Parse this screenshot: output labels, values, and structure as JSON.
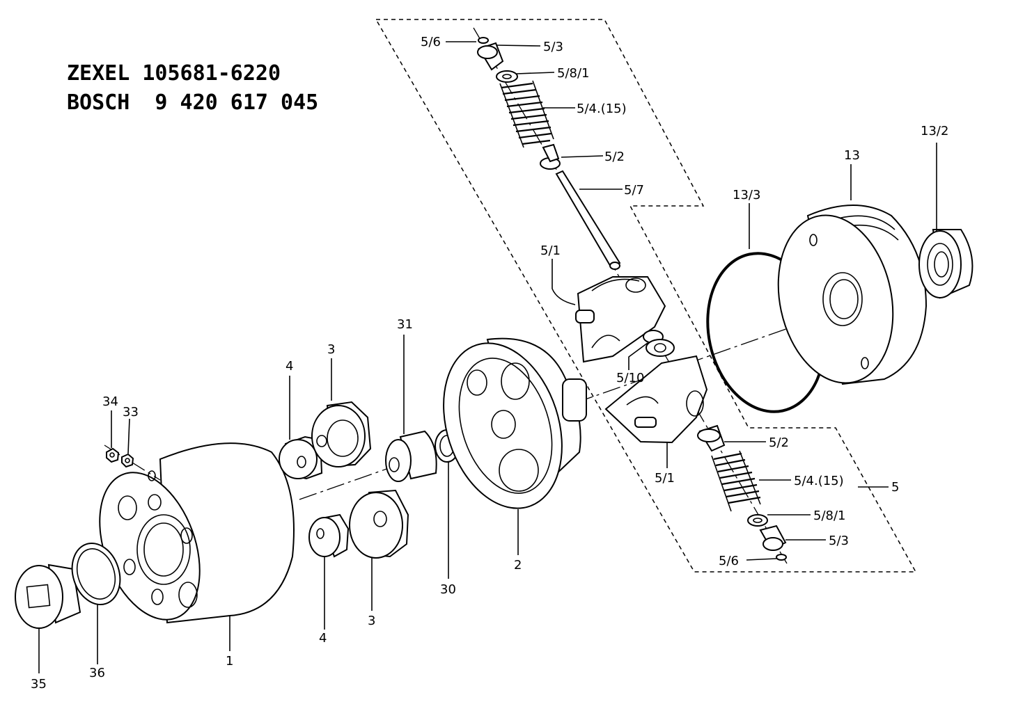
{
  "header": {
    "line1": "ZEXEL 105681-6220",
    "line2": "BOSCH  9 420 617 045"
  },
  "labels": {
    "l_5_6_top": "5/6",
    "l_5_3_top": "5/3",
    "l_5_8_1_top": "5/8/1",
    "l_5_4_top": "5/4.(15)",
    "l_5_2_top": "5/2",
    "l_5_7": "5/7",
    "l_5_1_top": "5/1",
    "l_5_10": "5/10",
    "l_5_2_bot": "5/2",
    "l_5_1_bot": "5/1",
    "l_5_4_bot": "5/4.(15)",
    "l_5": "5",
    "l_5_8_1_bot": "5/8/1",
    "l_5_3_bot": "5/3",
    "l_5_6_bot": "5/6",
    "l_13_2": "13/2",
    "l_13": "13",
    "l_13_3": "13/3",
    "l_31": "31",
    "l_3_top": "3",
    "l_4_top": "4",
    "l_34": "34",
    "l_33": "33",
    "l_30": "30",
    "l_2": "2",
    "l_4_bot": "4",
    "l_3_bot": "3",
    "l_1": "1",
    "l_36": "36",
    "l_35": "35"
  }
}
